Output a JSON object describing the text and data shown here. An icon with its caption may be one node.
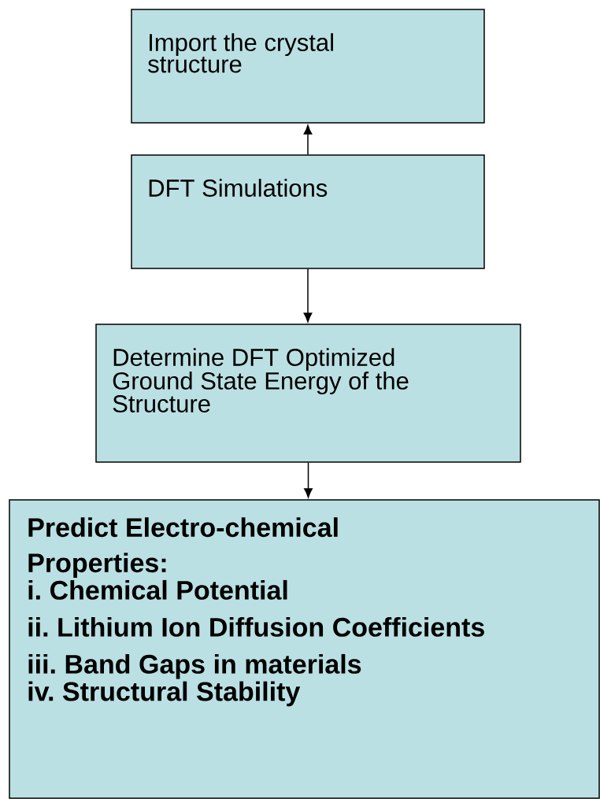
{
  "diagram": {
    "nodes": [
      {
        "text": [
          "Import the crystal structure"
        ]
      },
      {
        "text": [
          "DFT Simulations"
        ]
      },
      {
        "text": [
          "Determine DFT Optimized Ground State Energy of the Structure"
        ]
      },
      {
        "text": [
          "Predict Electro-chemical Properties:",
          "i. Chemical Potential",
          "ii. Lithium Ion Diffusion Coefficients",
          "iii. Band Gaps in materials",
          "iv. Structural Stability"
        ]
      }
    ],
    "edges": [
      {
        "from": 1,
        "to": 0,
        "arrow": "to"
      },
      {
        "from": 1,
        "to": 2,
        "arrow": "to"
      },
      {
        "from": 2,
        "to": 3,
        "arrow": "to"
      }
    ]
  }
}
